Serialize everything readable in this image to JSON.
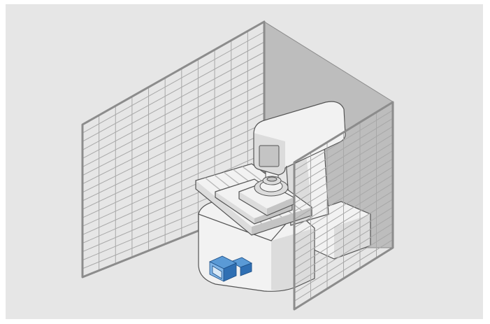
{
  "figure": {
    "subject": "machine-tool-work-cell",
    "components": [
      "safety-fence-back-panel",
      "safety-fence-rear-wall",
      "safety-fence-right-panel",
      "machine-base",
      "machine-column",
      "spindle-head",
      "spindle",
      "work-table",
      "workpiece",
      "machine-side-box",
      "sensor-device"
    ]
  },
  "colors": {
    "background": "#e6e6e6",
    "fence_frame": "#8c8c8c",
    "fence_mesh": "#a8a8a8",
    "rear_wall": "#bdbdbd",
    "machine_light": "#f2f2f2",
    "machine_mid": "#dcdcdc",
    "machine_dark": "#c4c4c4",
    "machine_outline": "#555555",
    "table_slot": "#b9b9b9",
    "sensor_blue": "#5a9ad6",
    "sensor_dark": "#2f6fb3"
  }
}
